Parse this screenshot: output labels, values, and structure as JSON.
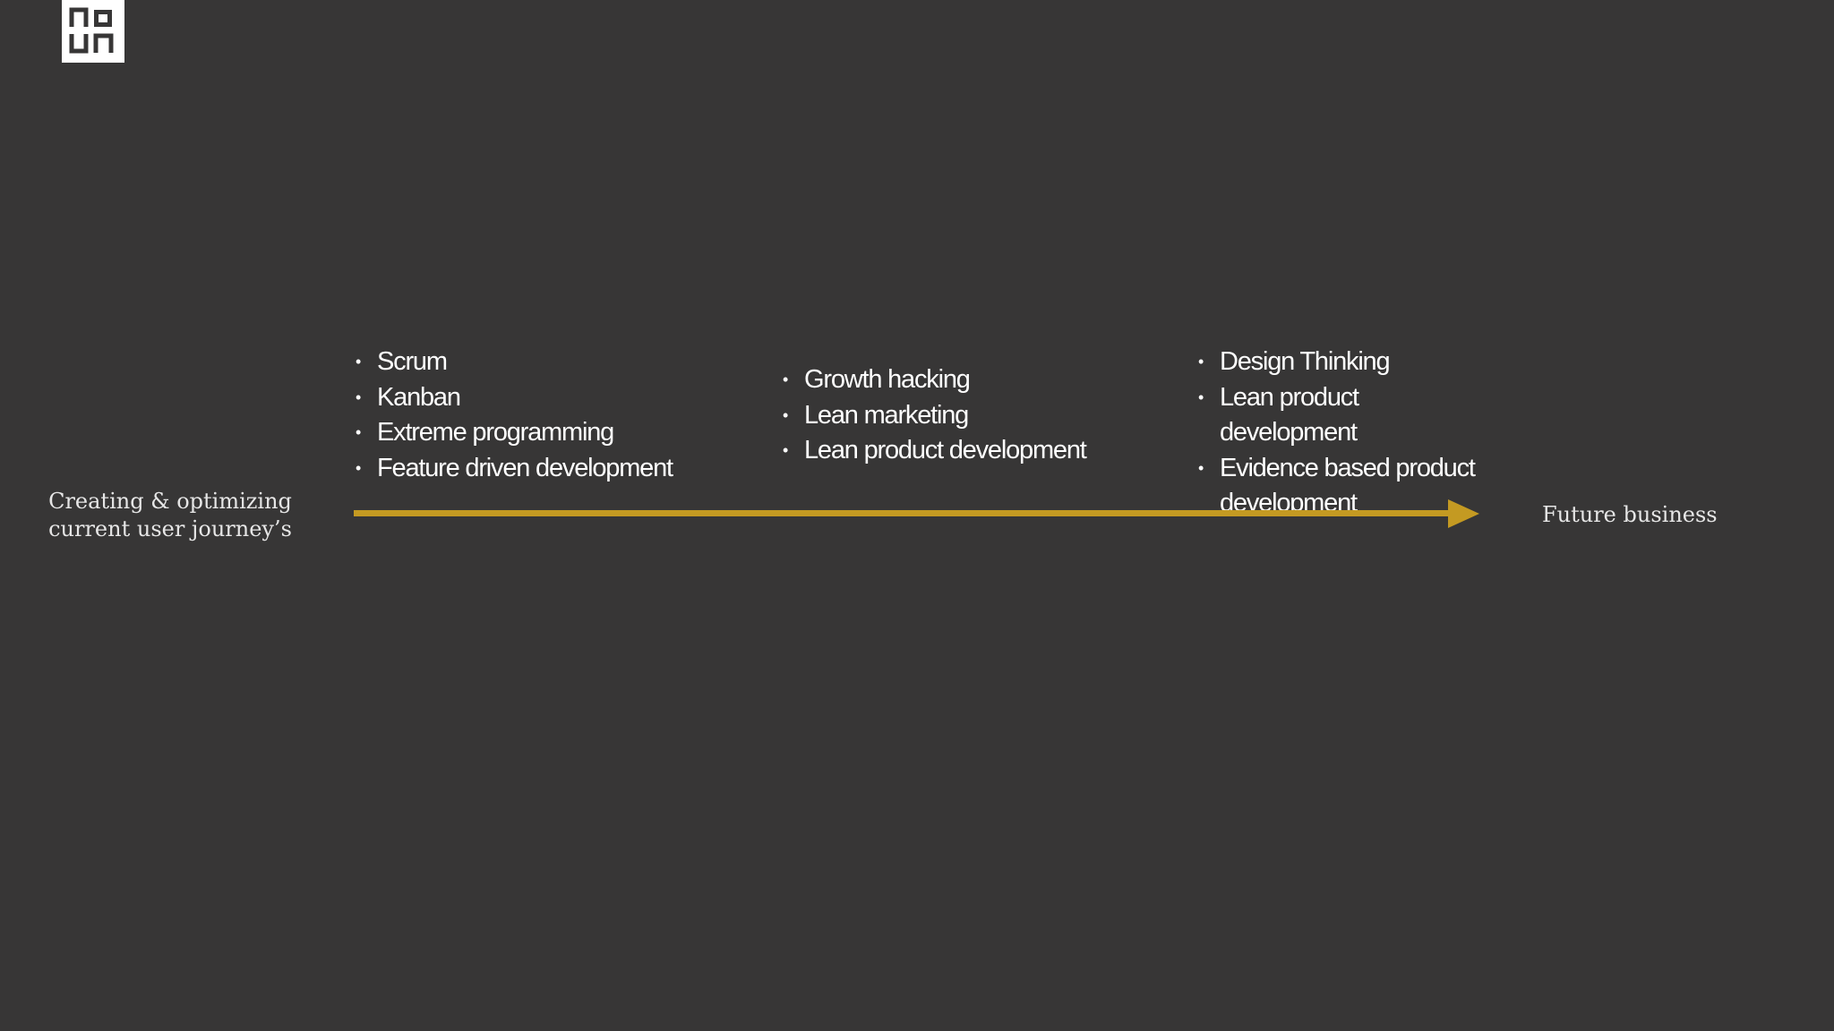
{
  "logo": {
    "icon": "squares-logo-icon"
  },
  "left_label": "Creating & optimizing current user journey’s",
  "right_label": "Future business",
  "arrow": {
    "color": "#c49a22",
    "icon": "arrow-right-icon"
  },
  "groups": [
    {
      "items": [
        "Scrum",
        "Kanban",
        "Extreme programming",
        "Feature driven development"
      ]
    },
    {
      "items": [
        "Growth hacking",
        "Lean marketing",
        "Lean product development"
      ]
    },
    {
      "items": [
        "Design Thinking",
        "Lean product development",
        "Evidence based product development"
      ]
    }
  ]
}
